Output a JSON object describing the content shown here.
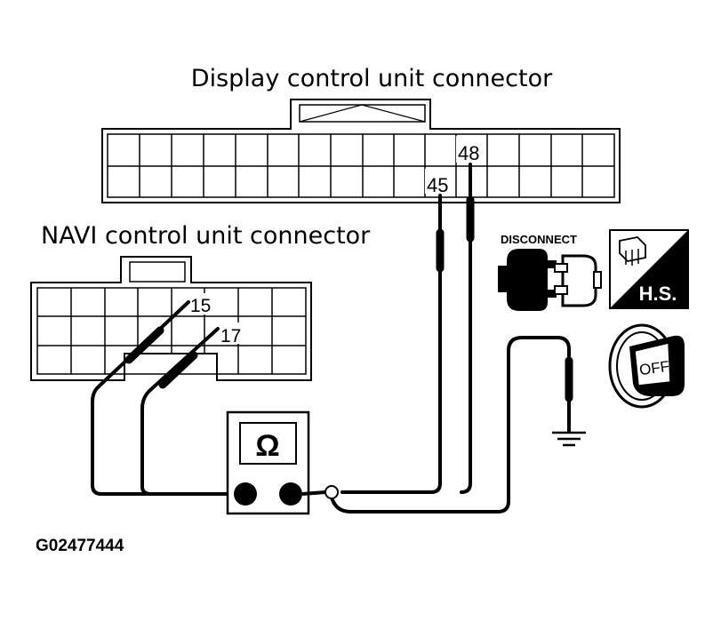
{
  "labels": {
    "display_connector": "Display control unit connector",
    "navi_connector": "NAVI control unit connector",
    "figure_id": "G02477444"
  },
  "pins": {
    "display_pin_a": "45",
    "display_pin_b": "48",
    "navi_pin_a": "15",
    "navi_pin_b": "17"
  },
  "icons": {
    "disconnect_label": "DISCONNECT",
    "hs_label": "H.S.",
    "ignition_label": "OFF",
    "meter_symbol": "Ω"
  }
}
